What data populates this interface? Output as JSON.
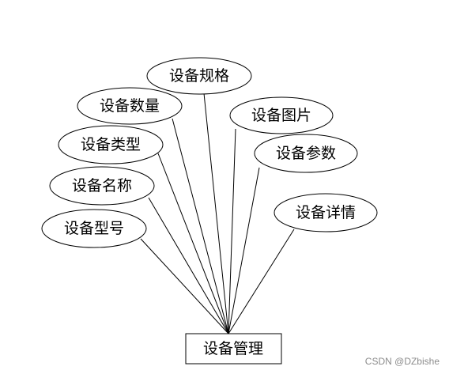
{
  "entity": {
    "label": "设备管理"
  },
  "attributes": [
    {
      "id": "spec",
      "label": "设备规格"
    },
    {
      "id": "quantity",
      "label": "设备数量"
    },
    {
      "id": "image",
      "label": "设备图片"
    },
    {
      "id": "type",
      "label": "设备类型"
    },
    {
      "id": "params",
      "label": "设备参数"
    },
    {
      "id": "name",
      "label": "设备名称"
    },
    {
      "id": "details",
      "label": "设备详情"
    },
    {
      "id": "model",
      "label": "设备型号"
    }
  ],
  "watermark": "CSDN @DZbishe"
}
